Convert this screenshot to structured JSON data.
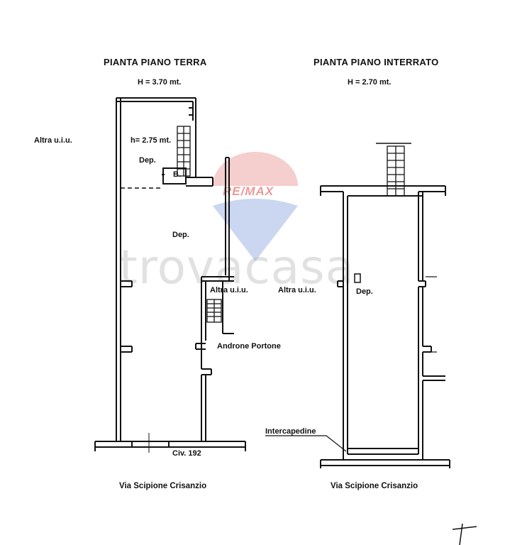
{
  "ground_floor": {
    "title": "PIANTA PIANO TERRA",
    "height": "H = 3.70 mt.",
    "other_unit_left": "Altra u.i.u.",
    "mezzanine_height": "h= 2.75 mt.",
    "storage_small": "Dep.",
    "bath": "B.",
    "storage_main": "Dep.",
    "other_unit_right": "Altra u.i.u.",
    "hallway": "Androne Portone",
    "civic_number": "Civ. 192",
    "street": "Via Scipione Crisanzio"
  },
  "basement": {
    "title": "PIANTA PIANO INTERRATO",
    "height": "H = 2.70 mt.",
    "other_unit": "Altra u.i.u.",
    "storage": "Dep.",
    "cavity": "Intercapedine",
    "street": "Via Scipione Crisanzio"
  },
  "watermark": {
    "brand": "RE/MAX",
    "site": "trovacasa"
  }
}
